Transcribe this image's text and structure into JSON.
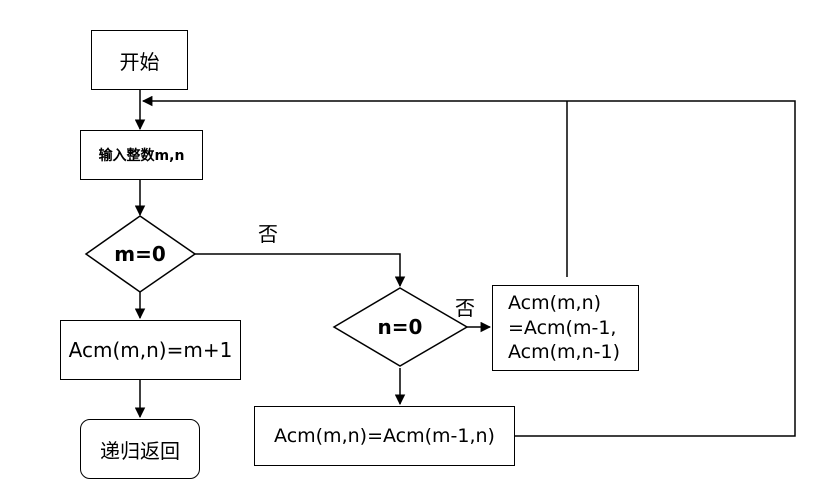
{
  "nodes": {
    "start": "开始",
    "input": "输入整数m,n",
    "cond_m": "m=0",
    "cond_n": "n=0",
    "ack_m_zero": "Acm(m,n)=m+1",
    "ack_n_zero": "Acm(m,n)=Acm(m-1,n)",
    "ack_general": [
      "Acm(m,n)",
      "=Acm(m-1,",
      "Acm(m,n-1)"
    ],
    "recursive_return": "递归返回"
  },
  "edge_labels": {
    "m_not_zero": "否",
    "n_not_zero": "否"
  },
  "colors": {
    "stroke": "#000000",
    "fill": "#ffffff"
  }
}
